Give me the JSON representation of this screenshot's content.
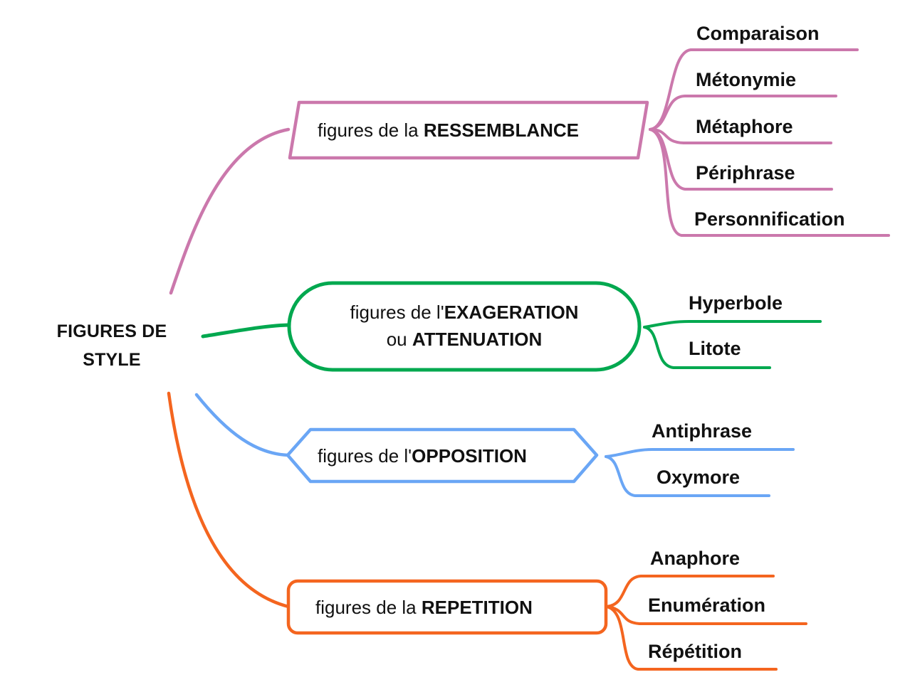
{
  "diagram": {
    "title": "FIGURES DE STYLE",
    "root": {
      "line1": "FIGURES DE",
      "line2": "STYLE"
    },
    "branches": [
      {
        "id": "ressemblance",
        "shape": "parallelogram",
        "color": "#cb78ac",
        "prefix": "figures de la ",
        "keyword": "RESSEMBLANCE",
        "full_label": "figures de la RESSEMBLANCE",
        "leaves": [
          {
            "label": "Comparaison"
          },
          {
            "label": "Métonymie"
          },
          {
            "label": "Métaphore"
          },
          {
            "label": "Périphrase"
          },
          {
            "label": "Personnification"
          }
        ]
      },
      {
        "id": "exageration",
        "shape": "stadium",
        "color": "#00a84f",
        "prefix": "figures de l'",
        "keyword": "EXAGERATION",
        "prefix2": "ou ",
        "keyword2": "ATTENUATION",
        "full_label": "figures de l'EXAGERATION ou ATTENUATION",
        "leaves": [
          {
            "label": "Hyperbole"
          },
          {
            "label": "Litote"
          }
        ]
      },
      {
        "id": "opposition",
        "shape": "hexagon",
        "color": "#6aa6f5",
        "prefix": "figures de l'",
        "keyword": "OPPOSITION",
        "full_label": "figures de l'OPPOSITION",
        "leaves": [
          {
            "label": "Antiphrase"
          },
          {
            "label": "Oxymore"
          }
        ]
      },
      {
        "id": "repetition",
        "shape": "rounded-rect",
        "color": "#f4651f",
        "prefix": "figures de la ",
        "keyword": "REPETITION",
        "full_label": "figures de la REPETITION",
        "leaves": [
          {
            "label": "Anaphore"
          },
          {
            "label": "Enumération"
          },
          {
            "label": "Répétition"
          }
        ]
      }
    ],
    "colors": {
      "pink": "#cb78ac",
      "green": "#00a84f",
      "blue": "#6aa6f5",
      "orange": "#f4651f",
      "text": "#111111",
      "background": "#ffffff"
    }
  }
}
